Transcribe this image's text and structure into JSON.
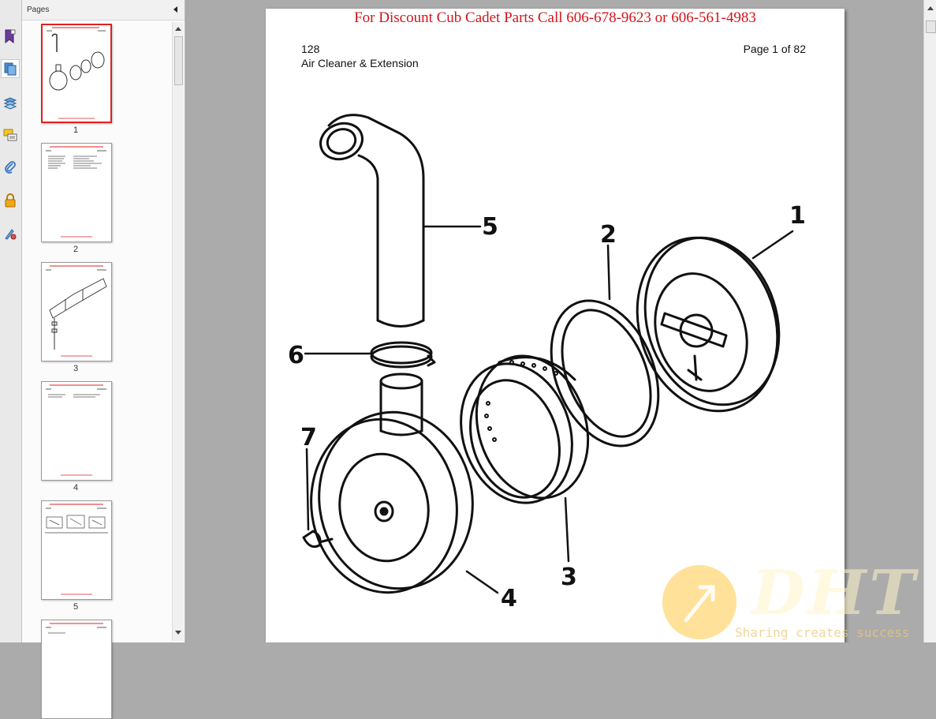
{
  "panel": {
    "title": "Pages",
    "thumbnails": [
      {
        "label": "1",
        "selected": true
      },
      {
        "label": "2",
        "selected": false
      },
      {
        "label": "3",
        "selected": false
      },
      {
        "label": "4",
        "selected": false
      },
      {
        "label": "5",
        "selected": false
      },
      {
        "label": "",
        "selected": false
      }
    ]
  },
  "toolbar": {
    "icons": [
      "bookmark-icon",
      "pages-icon",
      "layers-icon",
      "comments-icon",
      "attachments-icon",
      "security-icon",
      "signatures-icon"
    ]
  },
  "page": {
    "header_banner": "For  Discount Cub Cadet Parts Call 606-678-9623 or 606-561-4983",
    "model_number": "128",
    "section_title": "Air Cleaner & Extension",
    "page_indicator": "Page 1 of 82",
    "callouts": [
      "1",
      "2",
      "3",
      "4",
      "5",
      "6",
      "7"
    ]
  },
  "watermark": {
    "logo": "DHT",
    "tagline": "Sharing creates success"
  },
  "colors": {
    "banner_red": "#d4141a",
    "selected_border": "#e02020",
    "viewport_bg": "#ababab"
  }
}
